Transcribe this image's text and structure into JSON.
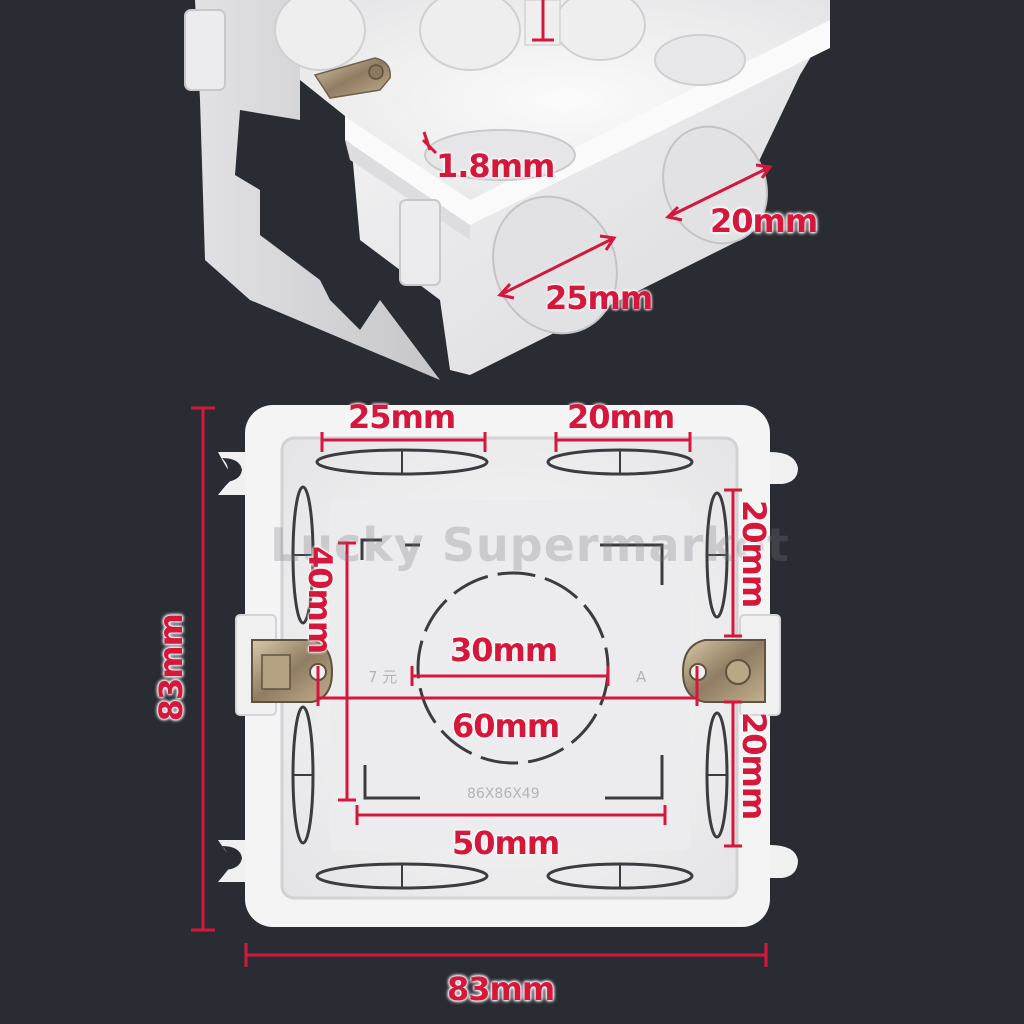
{
  "colors": {
    "background": "#2a2c33",
    "dimension": "#d6173c",
    "box_white": "#f3f3f3",
    "box_shadow": "#c9c9cc",
    "knockout_line": "#3b3b40",
    "metal_tab": "#a4927a"
  },
  "watermark": "Lucky Supermarket",
  "molded_marks": {
    "left": "7 元",
    "right": "A",
    "bottom": "86X86X49"
  },
  "perspective_view": {
    "wall_thickness": "1.8mm",
    "side_knockout_small": "20mm",
    "side_knockout_large": "25mm"
  },
  "top_view": {
    "top_knockout_left": "25mm",
    "top_knockout_right": "20mm",
    "right_knockout_upper": "20mm",
    "right_knockout_lower": "20mm",
    "inner_height": "40mm",
    "center_knockout": "30mm",
    "screw_spacing": "60mm",
    "inner_width": "50mm",
    "overall_height": "83mm",
    "overall_width": "83mm"
  }
}
